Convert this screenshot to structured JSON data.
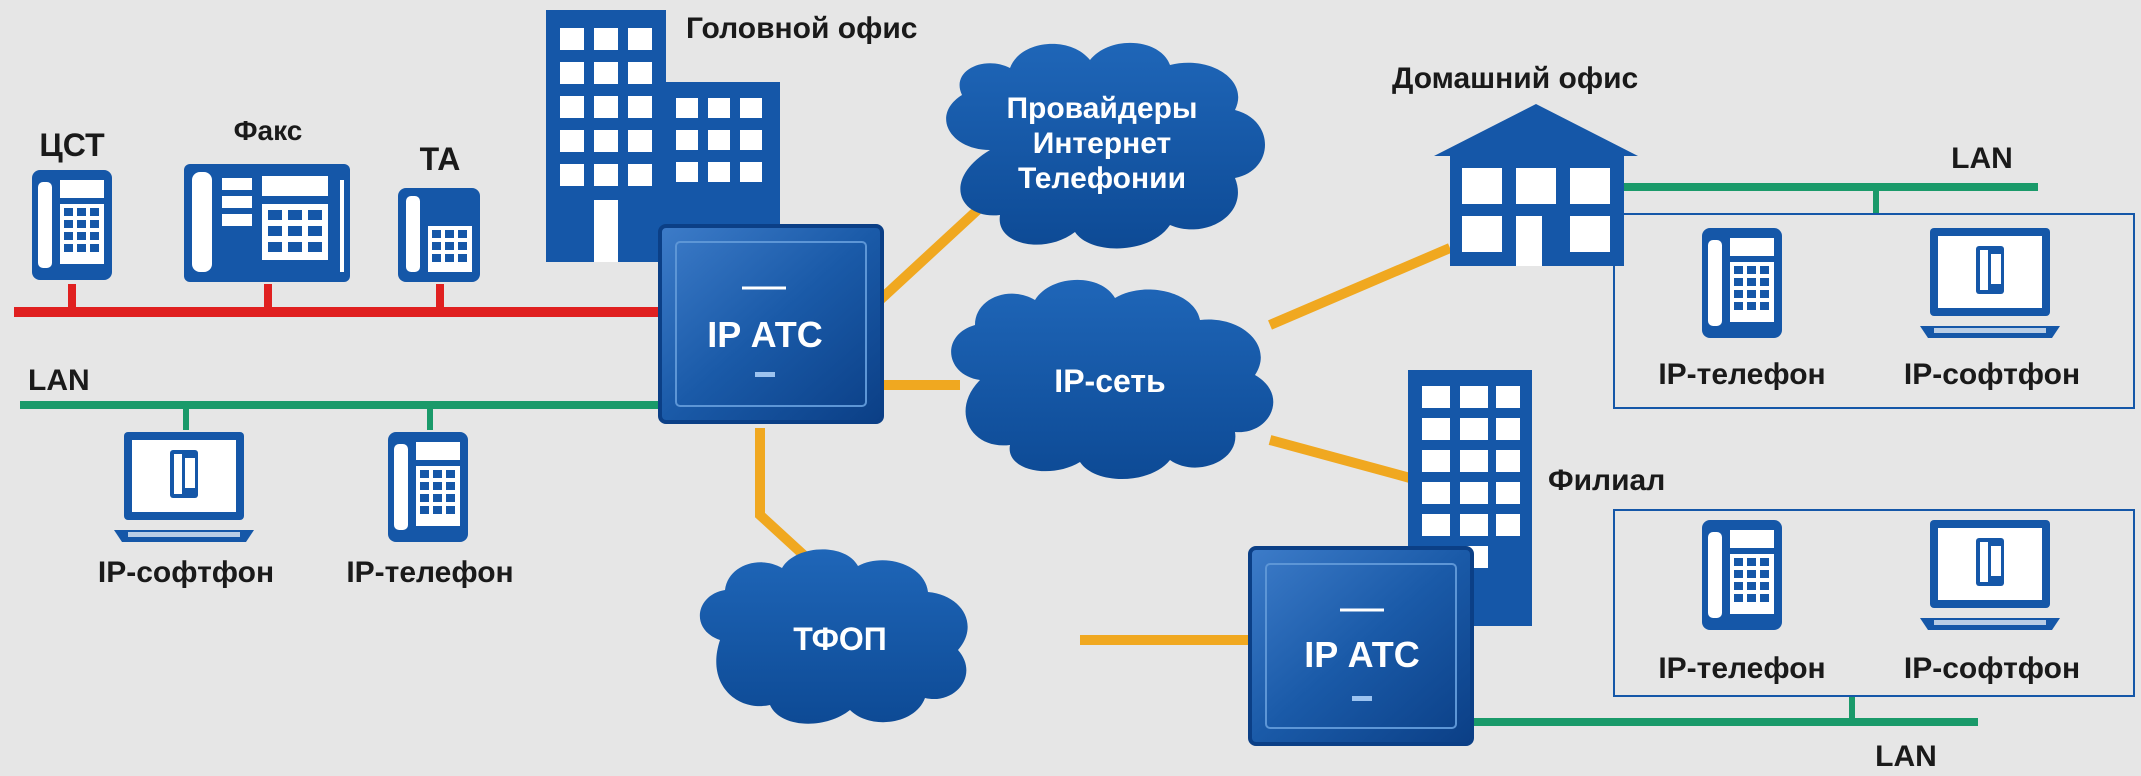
{
  "labels": {
    "head_office": "Головной офис",
    "home_office": "Домашний офис",
    "branch": "Филиал",
    "cst": "ЦСТ",
    "fax": "Факс",
    "ta": "ТА",
    "lan_left": "LAN",
    "lan_home": "LAN",
    "lan_branch": "LAN",
    "softphone_left": "IP-софтфон",
    "ipphone_left": "IP-телефон",
    "ipphone_home": "IP-телефон",
    "softphone_home": "IP-софтфон",
    "ipphone_branch": "IP-телефон",
    "softphone_branch": "IP-софтфон"
  },
  "clouds": {
    "providers": [
      "Провайдеры",
      "Интернет",
      "Телефонии"
    ],
    "ipnet": "IP-сеть",
    "pstn": "ТФОП"
  },
  "pbx": {
    "main": "IP АТС",
    "branch": "IP АТС"
  },
  "colors": {
    "background": "#e6e6e6",
    "blue": "#1557a8",
    "dark_blue": "#0b3f86",
    "red_line": "#e02020",
    "green_line": "#1a9a6a",
    "orange_line": "#f0a820"
  }
}
